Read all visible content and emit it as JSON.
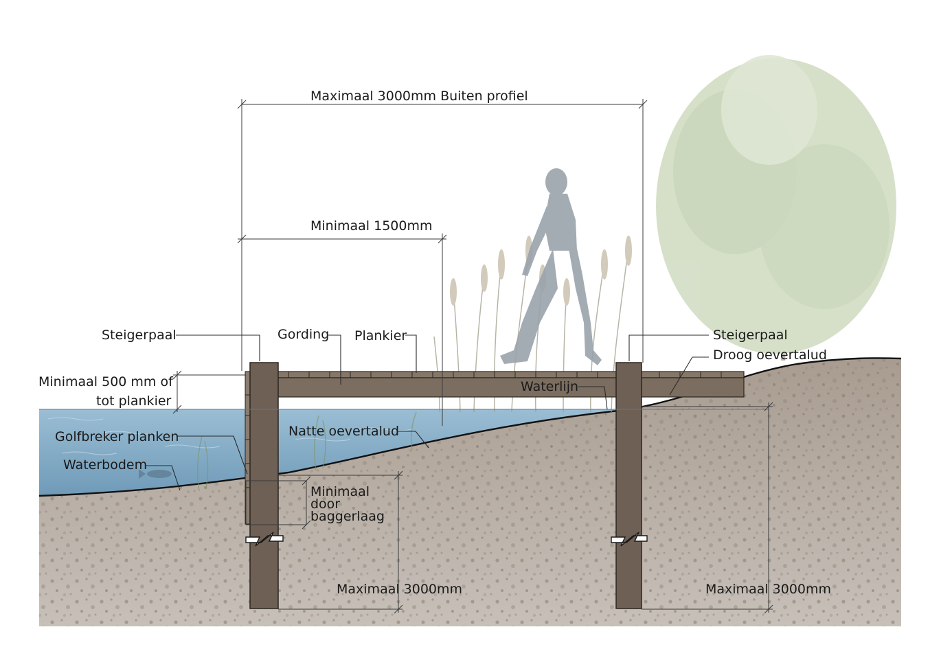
{
  "colors": {
    "water": "#6f9fbf",
    "soil": "#b8afa6",
    "timber": "#6e6054",
    "person": "#9aa3ab",
    "tree": "#b7c7a4"
  },
  "labels": {
    "max_profile": "Maximaal 3000mm Buiten profiel",
    "min_width": "Minimaal 1500mm",
    "steigerpaal_left": "Steigerpaal",
    "gording": "Gording",
    "plankier": "Plankier",
    "steigerpaal_right": "Steigerpaal",
    "droog_oevertalud": "Droog oevertalud",
    "min_500_line1": "Minimaal 500 mm of",
    "min_500_line2": "tot plankier",
    "waterlijn": "Waterlijn",
    "golfbreker": "Golfbreker planken",
    "natte_oevertalud": "Natte oevertalud",
    "waterbodem": "Waterbodem",
    "min_door_line1": "Minimaal",
    "min_door_line2": "door",
    "min_door_line3": "baggerlaag",
    "max_depth_left": "Maximaal 3000mm",
    "max_depth_right": "Maximaal 3000mm"
  },
  "icons": {
    "person": "walking-person-silhouette",
    "tree": "deciduous-tree",
    "reeds": "reed-plants",
    "fish": "fish",
    "break": "pile-break-symbol"
  }
}
